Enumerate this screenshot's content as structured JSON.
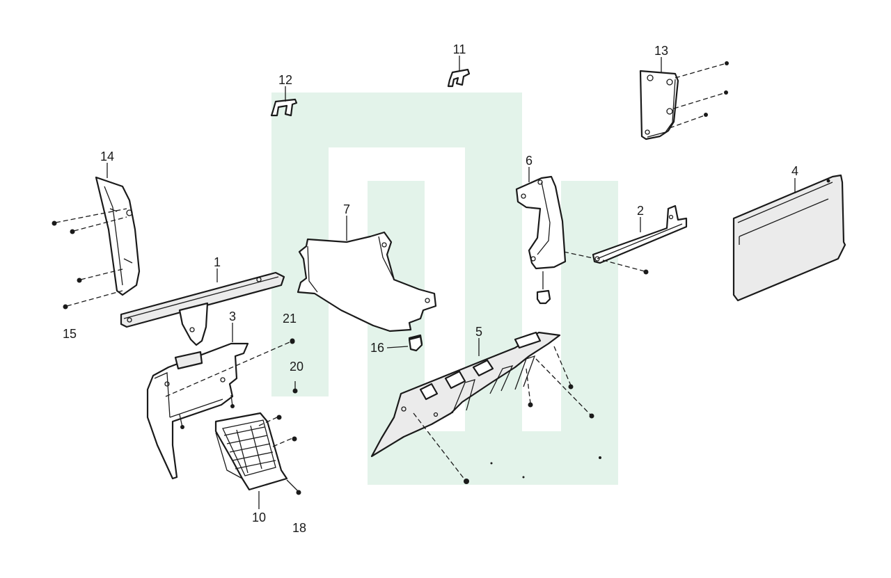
{
  "watermark_color": "#e3f3ea",
  "line_color": "#1a1a1a",
  "callouts": [
    {
      "id": "p1",
      "label": "1"
    },
    {
      "id": "p2",
      "label": "2"
    },
    {
      "id": "p3",
      "label": "3"
    },
    {
      "id": "p4",
      "label": "4"
    },
    {
      "id": "p5",
      "label": "5"
    },
    {
      "id": "p6",
      "label": "6"
    },
    {
      "id": "p7",
      "label": "7"
    },
    {
      "id": "p10",
      "label": "10"
    },
    {
      "id": "p11",
      "label": "11"
    },
    {
      "id": "p12",
      "label": "12"
    },
    {
      "id": "p13",
      "label": "13"
    },
    {
      "id": "p14",
      "label": "14"
    },
    {
      "id": "p15",
      "label": "15"
    },
    {
      "id": "p16",
      "label": "16"
    },
    {
      "id": "p18",
      "label": "18"
    },
    {
      "id": "p20",
      "label": "20"
    },
    {
      "id": "p21",
      "label": "21"
    }
  ]
}
